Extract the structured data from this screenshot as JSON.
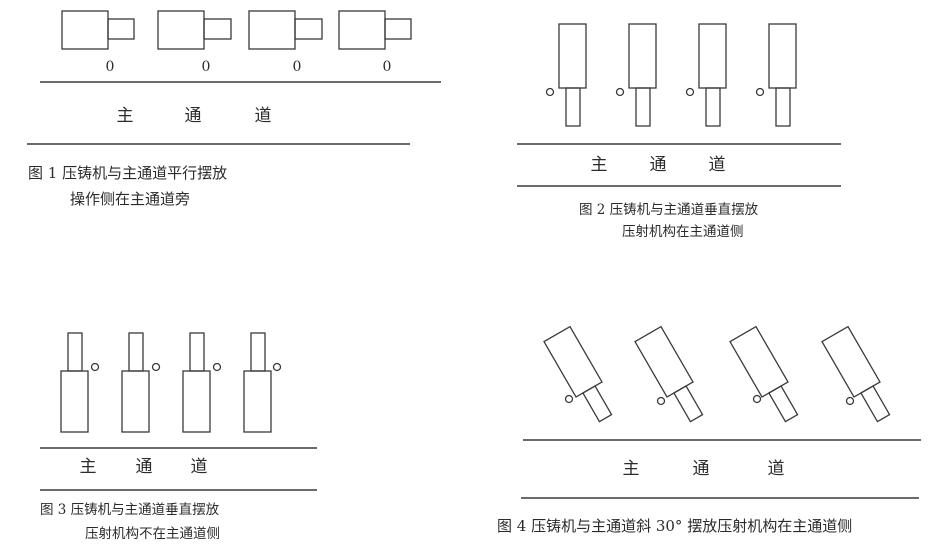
{
  "figure1": {
    "caption_line1": "图 1    压铸机与主通道平行摆放",
    "caption_line2": "操作侧在主通道旁",
    "corridor": [
      "主",
      "通",
      "道"
    ],
    "machine_labels": [
      "0",
      "0",
      "0",
      "0"
    ]
  },
  "figure2": {
    "caption_line1": "图 2    压铸机与主通道垂直摆放",
    "caption_line2": "压射机构在主通道侧",
    "corridor": [
      "主",
      "通",
      "道"
    ]
  },
  "figure3": {
    "caption_line1": "图 3    压铸机与主通道垂直摆放",
    "caption_line2": "压射机构不在主通道侧",
    "corridor": [
      "主",
      "通",
      "道"
    ]
  },
  "figure4": {
    "caption_line1": "图 4    压铸机与主通道斜 30°  摆放压射机构在主通道侧",
    "corridor": [
      "主",
      "通",
      "道"
    ]
  }
}
